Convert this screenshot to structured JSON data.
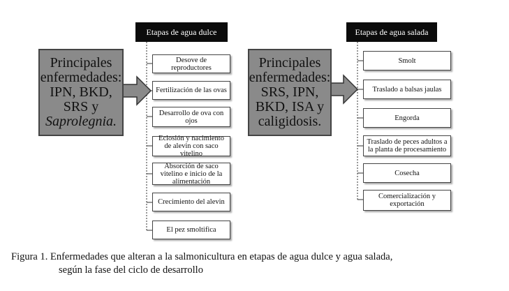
{
  "left_panel": {
    "header": "Etapas de agua dulce",
    "disease_lines": [
      "Principales",
      "enfermedades:",
      "IPN, BKD,",
      "SRS y"
    ],
    "disease_italic": "Saprolegnia.",
    "stages": [
      "Desove de reproductores",
      "Fertilización de las ovas",
      "Desarrollo de ova con ojos",
      "Eclosión y nacimiento de alevin con saco vitelino",
      "Absorción de saco vitelino e inicio de la alimentación",
      "Crecimiento del alevin",
      "El pez smoltifica"
    ]
  },
  "right_panel": {
    "header": "Etapas de agua salada",
    "disease_lines": [
      "Principales",
      "enfermedades:",
      "SRS, IPN,",
      "BKD, ISA y",
      "caligidosis."
    ],
    "stages": [
      "Smolt",
      "Traslado a balsas jaulas",
      "Engorda",
      "Traslado de peces adultos a la planta de procesamiento",
      "Cosecha",
      "Comercialización y exportación"
    ]
  },
  "caption": {
    "line1": "Figura 1. Enfermedades que alteran a la salmonicultura en etapas de agua dulce y agua salada,",
    "line2": "según la fase del ciclo de desarrollo"
  },
  "colors": {
    "header_bg": "#0b0b0b",
    "disease_box_bg": "#8a8a8a",
    "arrow_fill": "#8a8a8a"
  }
}
